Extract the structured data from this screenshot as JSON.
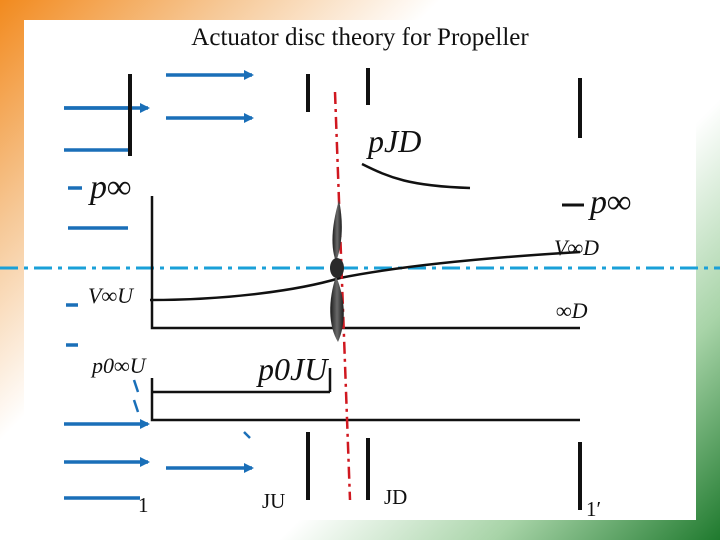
{
  "title": "Actuator disc theory for Propeller",
  "labels": {
    "p_inf_left": "p∞",
    "p_inf_right": "p∞",
    "p_jd": "pJD",
    "v_inf_d_upper": "V∞D",
    "v_inf_u": "V∞U",
    "v_inf_d_lower": "∞D",
    "p0_inf_u": "p0∞U",
    "p0_ju": "p0JU"
  },
  "stations": {
    "s1": "1",
    "ju": "JU",
    "jd": "JD",
    "s1p": "1′"
  },
  "colors": {
    "arrow": "#1a6fb8",
    "axis": "#1aa0d8",
    "disc_line": "#d01820",
    "line": "#111111",
    "propeller": "#3a3a3a"
  }
}
